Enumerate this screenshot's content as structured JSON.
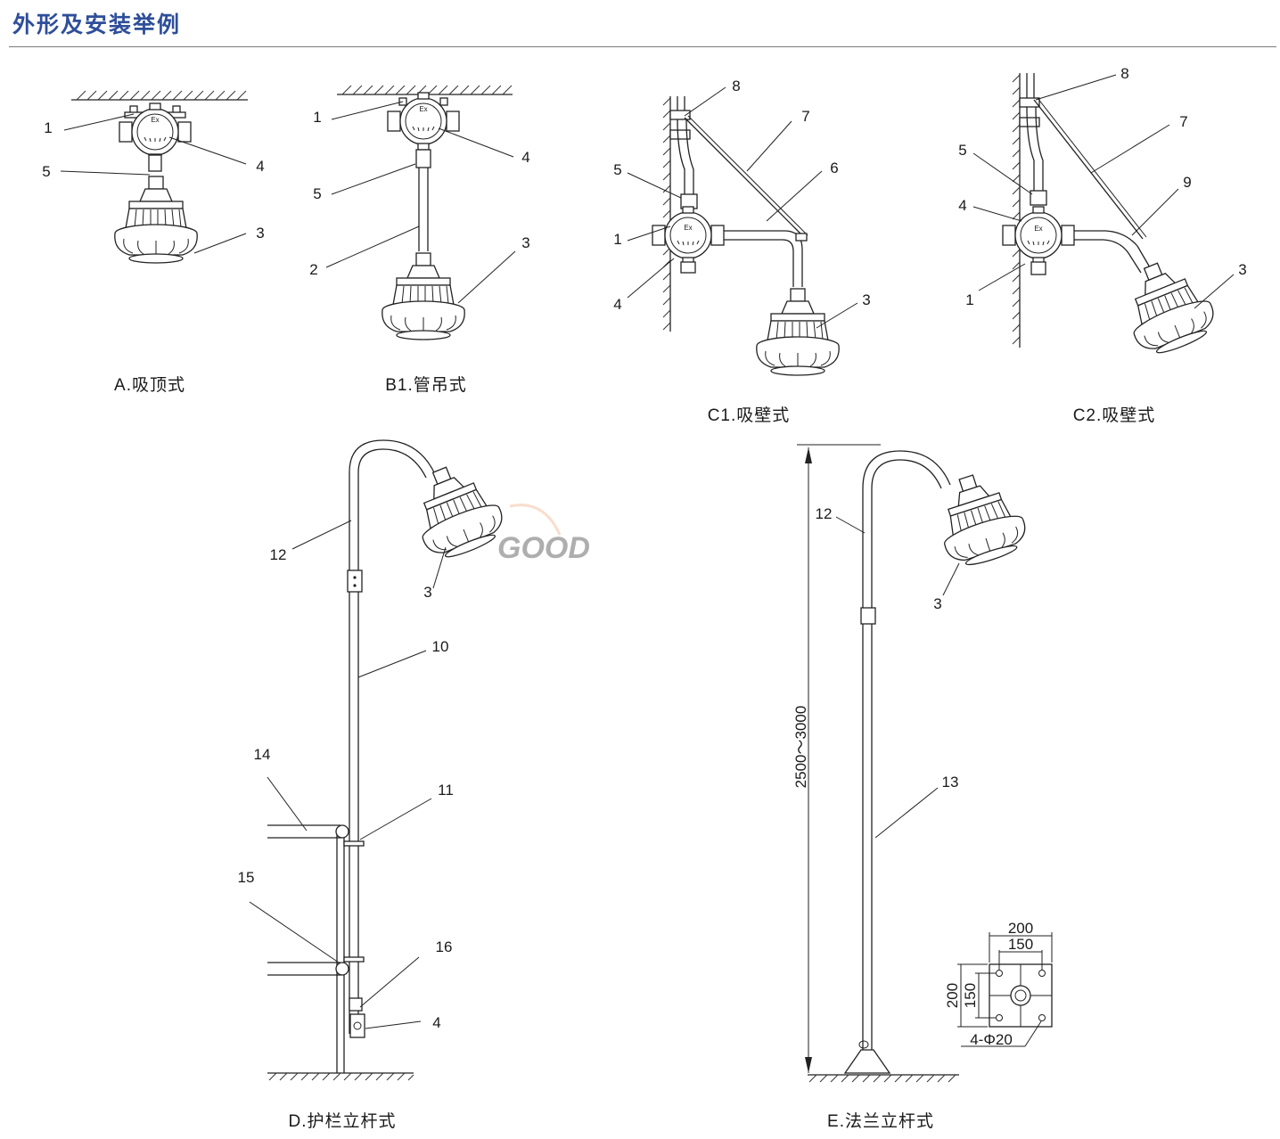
{
  "page_title": "外形及安装举例",
  "watermark": "GOOD",
  "captions": {
    "a": "A.吸顶式",
    "b1": "B1.管吊式",
    "c1": "C1.吸壁式",
    "c2": "C2.吸壁式",
    "d": "D.护栏立杆式",
    "e": "E.法兰立杆式"
  },
  "box_marks": {
    "ex": "Ex"
  },
  "labels": {
    "a": [
      "1",
      "5",
      "4",
      "3"
    ],
    "b1": [
      "1",
      "5",
      "2",
      "4",
      "3"
    ],
    "c1": [
      "8",
      "7",
      "6",
      "5",
      "1",
      "4",
      "3"
    ],
    "c2": [
      "8",
      "7",
      "5",
      "4",
      "9",
      "1",
      "3"
    ],
    "d": [
      "12",
      "3",
      "10",
      "14",
      "11",
      "15",
      "16",
      "4"
    ],
    "e": [
      "12",
      "3",
      "13"
    ]
  },
  "dimensions": {
    "height": "2500～3000",
    "flange_outer_w": "200",
    "flange_inner_w": "150",
    "flange_outer_h": "200",
    "flange_inner_h": "150",
    "holes": "4-Φ20"
  }
}
